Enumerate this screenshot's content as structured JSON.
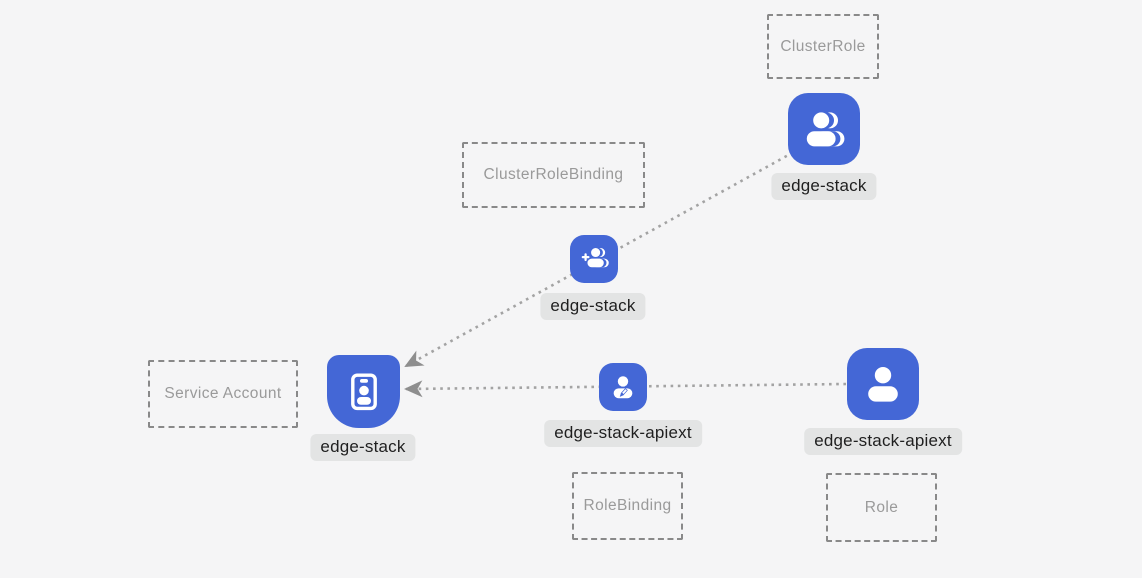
{
  "diagram": {
    "cluster_role": {
      "box_label": "ClusterRole",
      "node_label": "edge-stack",
      "icon": "users-group-icon"
    },
    "cluster_role_binding": {
      "box_label": "ClusterRoleBinding",
      "node_label": "edge-stack",
      "icon": "user-add-icon"
    },
    "service_account": {
      "box_label": "Service Account",
      "node_label": "edge-stack",
      "icon": "id-badge-icon"
    },
    "role_binding": {
      "box_label": "RoleBinding",
      "node_label": "edge-stack-apiext",
      "icon": "user-edit-icon"
    },
    "role": {
      "box_label": "Role",
      "node_label": "edge-stack-apiext",
      "icon": "user-icon"
    }
  },
  "edges": [
    {
      "from": "cluster_role",
      "through": "cluster_role_binding",
      "to": "service_account",
      "style": "dotted",
      "arrow": "end"
    },
    {
      "from": "role",
      "through": "role_binding",
      "to": "service_account",
      "style": "dotted",
      "arrow": "end"
    }
  ],
  "colors": {
    "bg": "#f5f5f6",
    "node_blue": "#4467d6",
    "chip_bg": "#e3e4e4",
    "chip_text": "#1f1f1f",
    "box_border": "#898989",
    "box_text": "#9a9a9a",
    "edge": "#a3a3a3",
    "arrow": "#8e8e8e"
  }
}
